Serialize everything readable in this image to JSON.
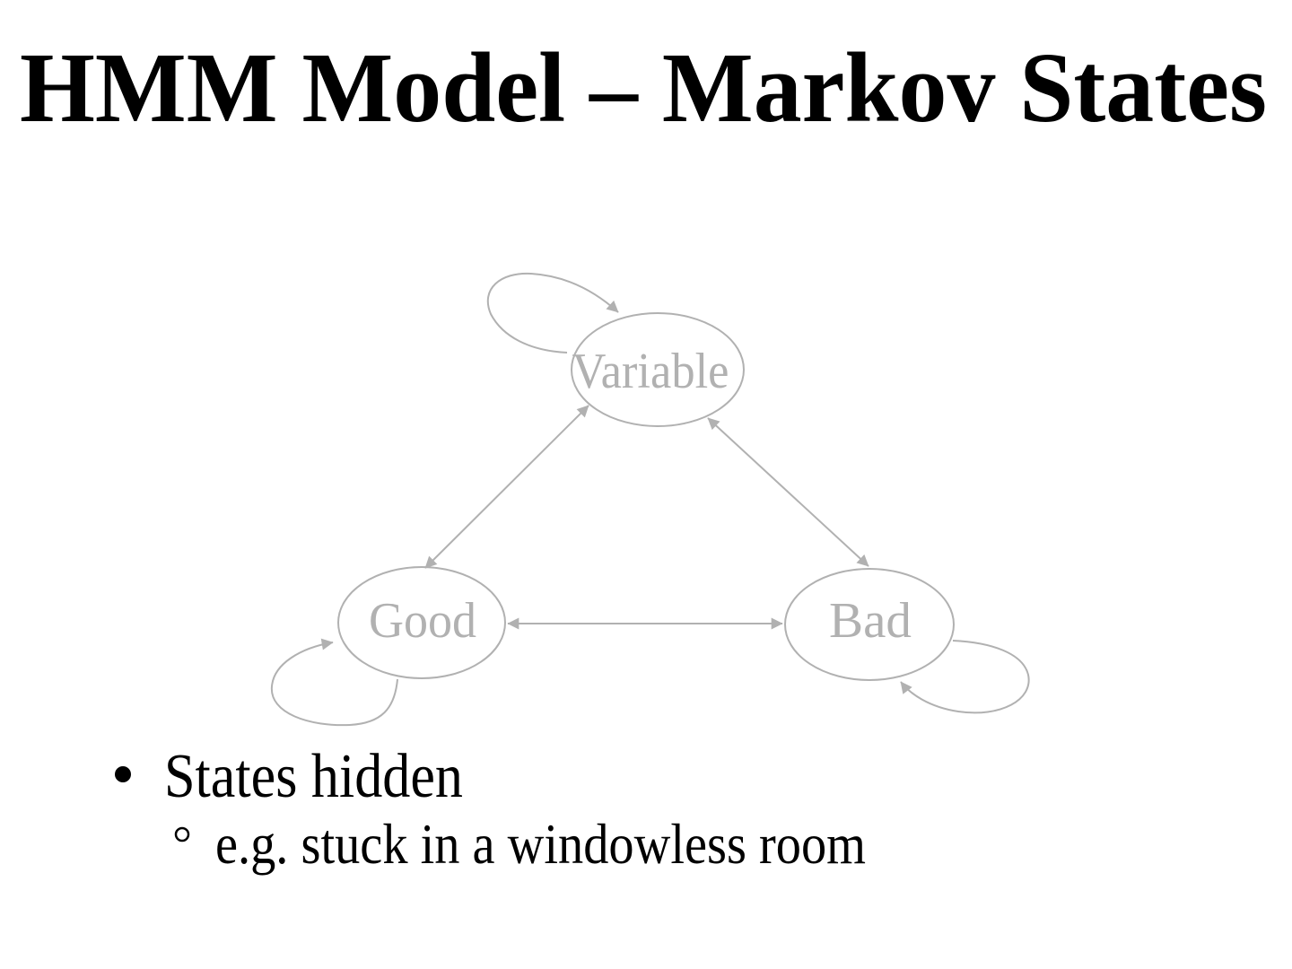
{
  "slide": {
    "title": "HMM Model – Markov States",
    "bullets": [
      {
        "level": 1,
        "marker": "•",
        "text": "States hidden"
      },
      {
        "level": 2,
        "marker": "°",
        "text": "e.g. stuck in a windowless room"
      }
    ]
  },
  "diagram": {
    "type": "markov-state-diagram",
    "nodes": [
      {
        "id": "variable",
        "label": "Variable",
        "self_loop": true,
        "self_loop_position": "top-left"
      },
      {
        "id": "good",
        "label": "Good",
        "self_loop": true,
        "self_loop_position": "bottom-left"
      },
      {
        "id": "bad",
        "label": "Bad",
        "self_loop": true,
        "self_loop_position": "bottom-right"
      }
    ],
    "edges": [
      {
        "from": "Variable",
        "to": "Good",
        "bidirectional": true
      },
      {
        "from": "Variable",
        "to": "Bad",
        "bidirectional": true
      },
      {
        "from": "Good",
        "to": "Bad",
        "bidirectional": true
      }
    ],
    "colors": {
      "diagram_gray": "#b1b1b1",
      "text_black": "#000000",
      "background": "#ffffff"
    }
  }
}
